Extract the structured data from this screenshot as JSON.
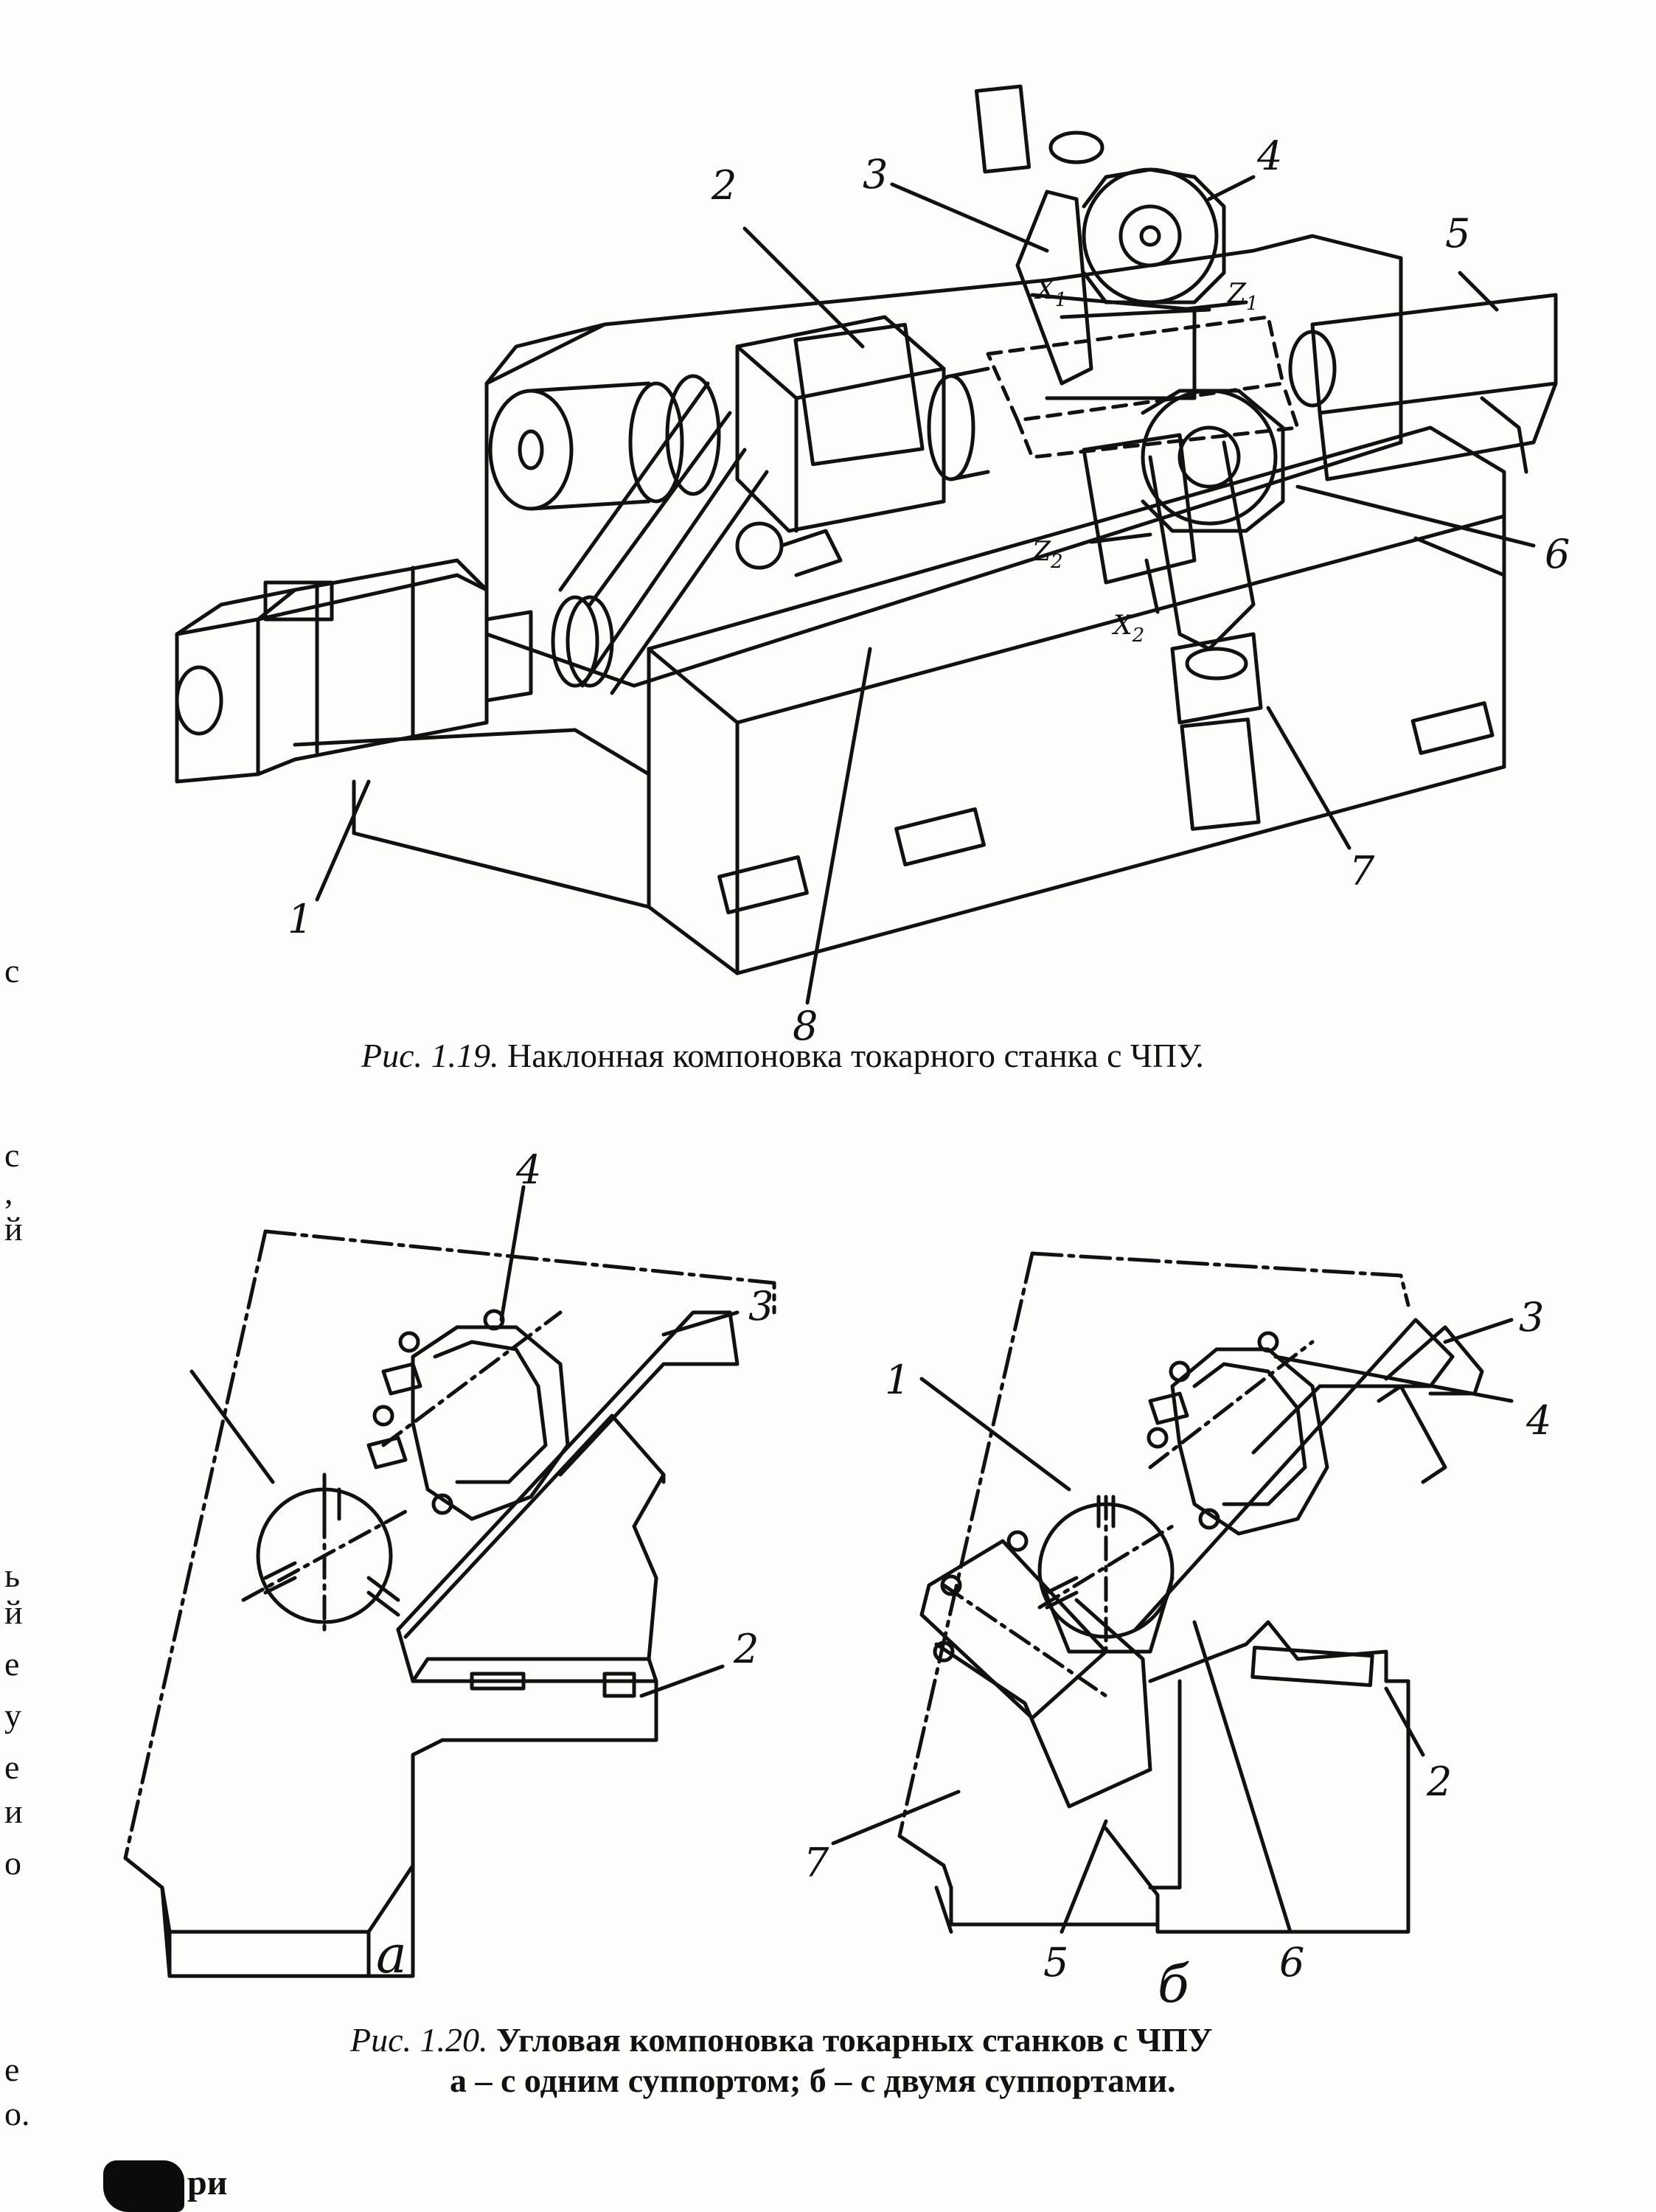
{
  "figure1": {
    "caption_fig": "Рис. 1.19.",
    "caption_text": "Наклонная компоновка токарного станка с ЧПУ.",
    "labels": [
      "1",
      "2",
      "3",
      "4",
      "5",
      "6",
      "7",
      "8"
    ],
    "axes": {
      "x1": "X",
      "x1_sub": "1",
      "z1": "Z",
      "z1_sub": "1",
      "z2": "Z",
      "z2_sub": "2",
      "x2": "X",
      "x2_sub": "2"
    }
  },
  "figure2": {
    "caption_fig": "Рис. 1.20.",
    "caption_text": "Угловая компоновка токарных станков с ЧПУ",
    "caption_line2": "а – с одним суппортом; б – с двумя суппортами.",
    "a_labels": [
      "4",
      "3",
      "2"
    ],
    "b_labels": [
      "1",
      "3",
      "4",
      "2",
      "7",
      "5",
      "6"
    ],
    "sub_a": "а",
    "sub_b": "б"
  },
  "margin_letters": [
    "с",
    "с",
    ",",
    "й",
    "ь",
    "й",
    "е",
    "у",
    "е",
    "и",
    "о",
    "е",
    "о."
  ],
  "bottom_text": "ри"
}
